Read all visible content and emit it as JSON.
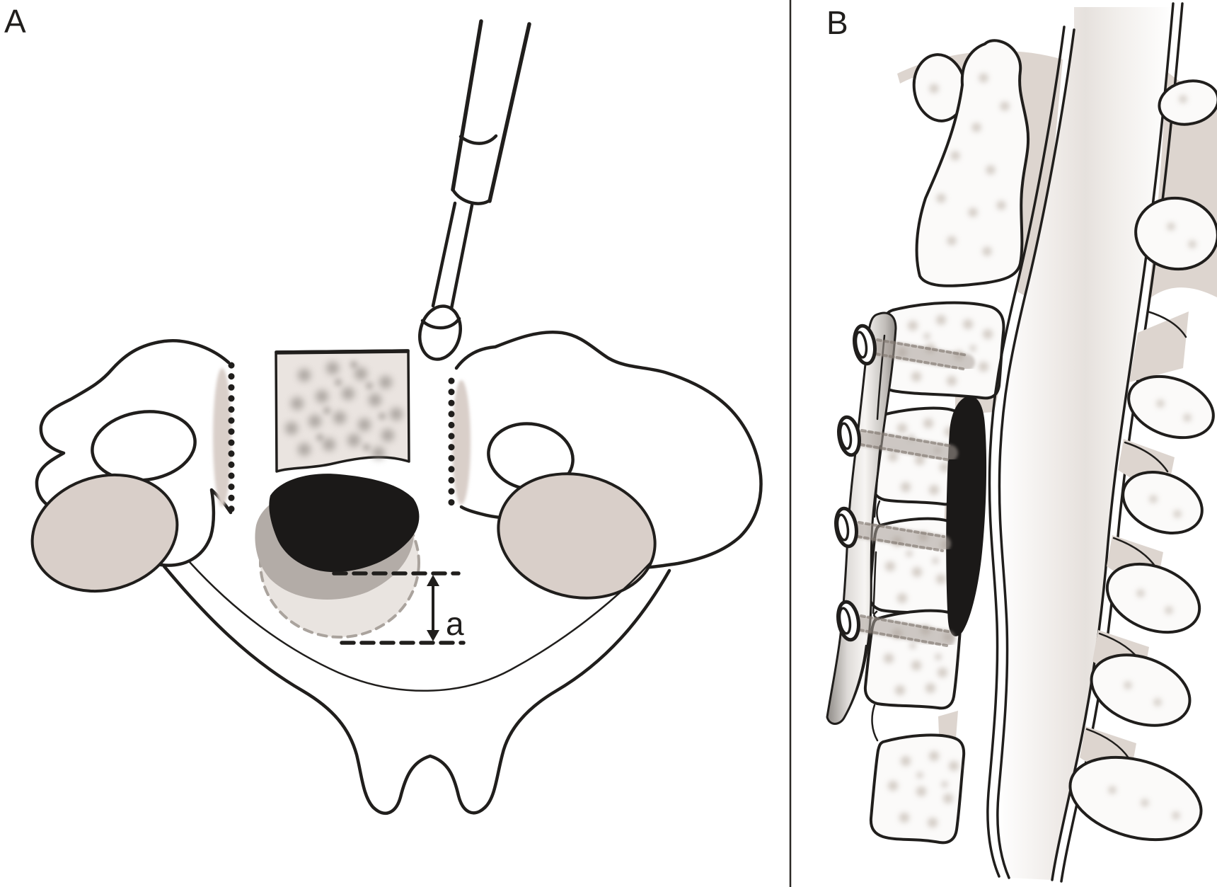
{
  "figure": {
    "background": "#ffffff"
  },
  "panel_a": {
    "label": "A",
    "measurement_label": "a"
  },
  "panel_b": {
    "label": "B",
    "screw_count": 4,
    "vertebral_body_count": 6,
    "spinous_process_count": 7
  },
  "colors": {
    "ink": "#201e1c",
    "bone-beige": "#d9cfc9",
    "graft-fill": "#eae4e0",
    "graft-speckle": "#87817b",
    "body-fill": "#fbfaf9",
    "body-speckle": "#cfc7c0",
    "disc-beige": "#ddd5cf",
    "cord-black": "#1b1918",
    "shadow-gray": "#b3aca7",
    "drift-fill": "#e9e4e0",
    "dash-gray": "#aaa39d",
    "divider": "#2b2926"
  }
}
